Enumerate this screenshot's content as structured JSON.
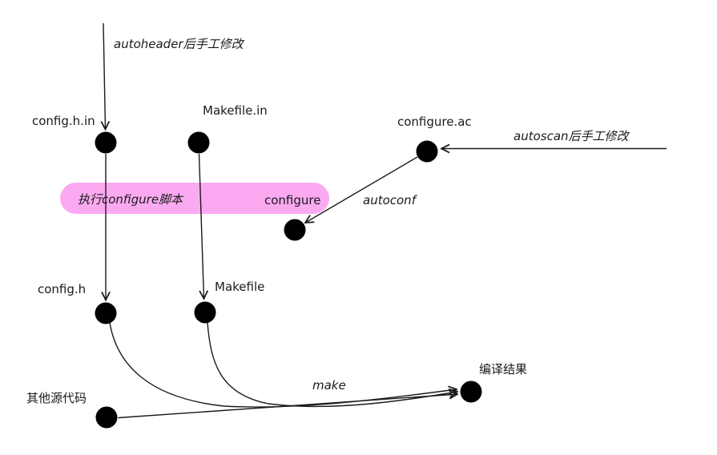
{
  "diagram": {
    "colors": {
      "background": "#ffffff",
      "highlight_pill": "#fbaaf2",
      "node_fill": "#000000",
      "edge_stroke": "#1a1a1a",
      "text": "#1a1a1a"
    },
    "nodes": {
      "config_h_in": {
        "label": "config.h.in"
      },
      "makefile_in": {
        "label": "Makefile.in"
      },
      "configure_ac": {
        "label": "configure.ac"
      },
      "configure": {
        "label": "configure"
      },
      "config_h": {
        "label": "config.h"
      },
      "makefile": {
        "label": "Makefile"
      },
      "other_sources": {
        "label": "其他源代码"
      },
      "build_result": {
        "label": "编译结果"
      }
    },
    "edge_labels": {
      "autoheader": {
        "label": "autoheader后手工修改"
      },
      "autoscan": {
        "label": "autoscan后手工修改"
      },
      "autoconf": {
        "label": "autoconf"
      },
      "run_configure": {
        "label": "执行configure脚本"
      },
      "make": {
        "label": "make"
      }
    }
  }
}
